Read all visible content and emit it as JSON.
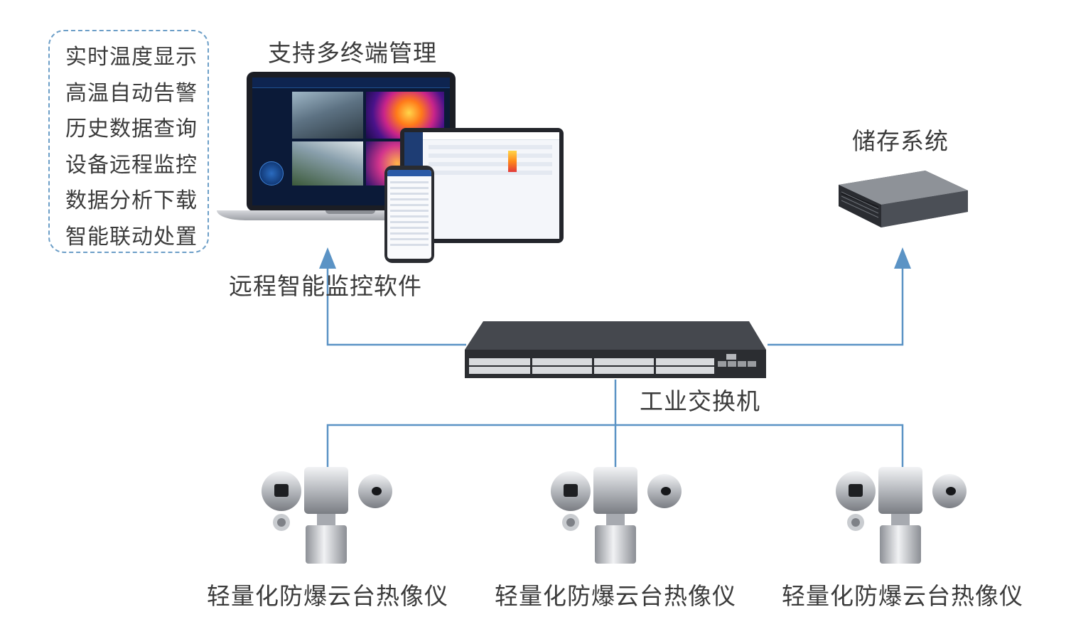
{
  "features": [
    "实时温度显示",
    "高温自动告警",
    "历史数据查询",
    "设备远程监控",
    "数据分析下载",
    "智能联动处置"
  ],
  "labels": {
    "multi_terminal": "支持多终端管理",
    "software": "远程智能监控软件",
    "storage": "储存系统",
    "switch": "工业交换机",
    "camera_1": "轻量化防爆云台热像仪",
    "camera_2": "轻量化防爆云台热像仪",
    "camera_3": "轻量化防爆云台热像仪"
  },
  "icons": {
    "laptop": "laptop-icon",
    "tablet": "tablet-icon",
    "phone": "phone-icon",
    "storage": "storage-server-icon",
    "switch": "network-switch-icon",
    "camera": "explosion-proof-ptz-thermal-camera-icon"
  },
  "colors": {
    "connector": "#5b93c5",
    "dashed_border": "#6c9ec7",
    "text": "#3b3b3b"
  }
}
